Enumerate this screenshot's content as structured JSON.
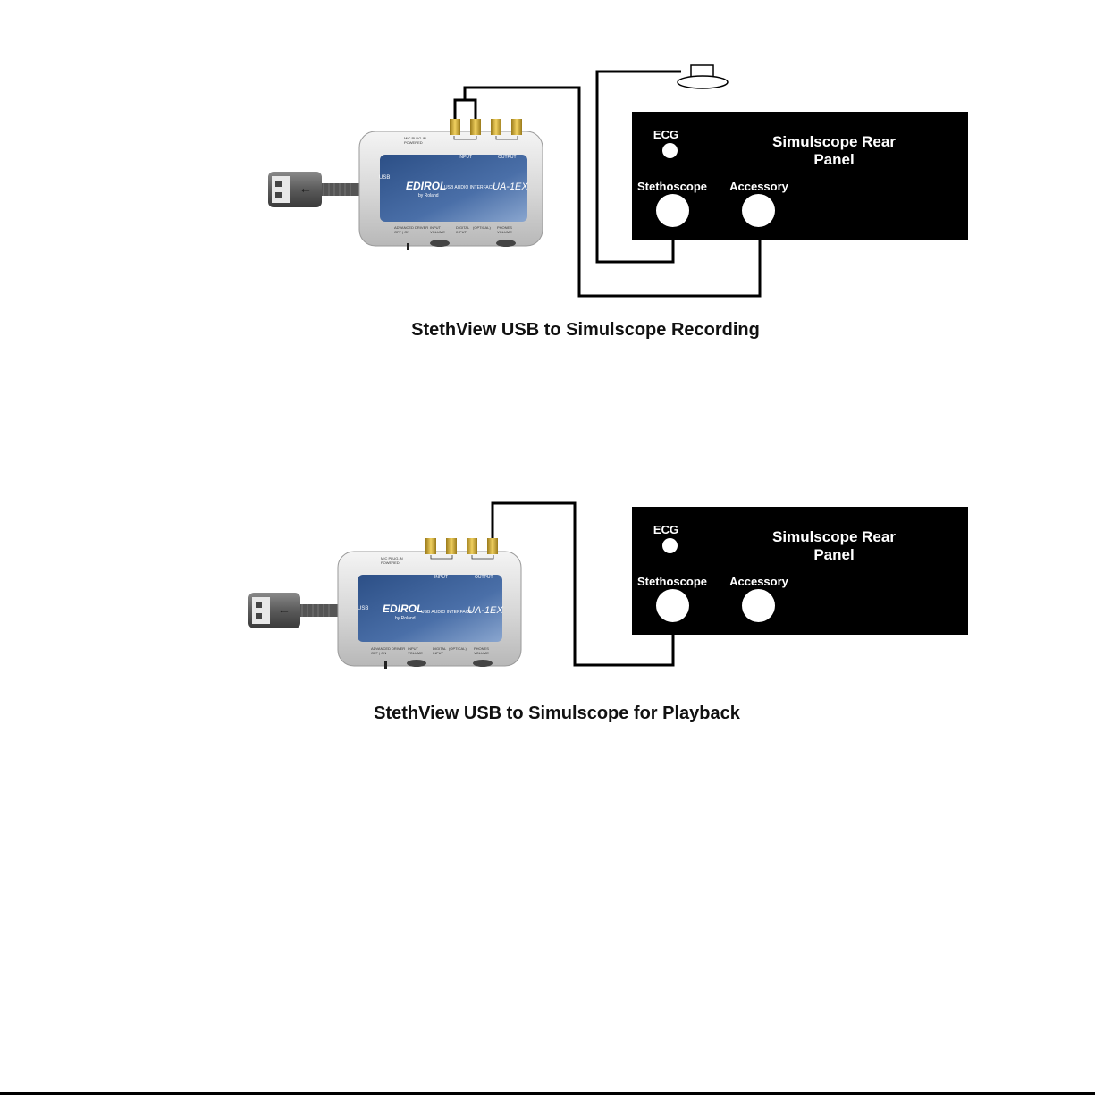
{
  "recording": {
    "caption": "StethView USB to Simulscope Recording",
    "panel": {
      "title_line1": "Simulscope Rear",
      "title_line2": "Panel",
      "ecg_label": "ECG",
      "stethoscope_label": "Stethoscope",
      "accessory_label": "Accessory"
    },
    "device": {
      "brand": "EDIROL",
      "maker": "by Roland",
      "type": "USB AUDIO INTERFACE",
      "model": "UA-1EX",
      "usb_label": "USB",
      "top_label": "MIC PLUG-IN POWERED",
      "input_label": "INPUT",
      "output_label": "OUTPUT",
      "bottom_labels": [
        "ADVANCED DRIVER OFF | ON",
        "INPUT VOLUME",
        "DIGITAL INPUT",
        "(OPTICAL)",
        "PHONES VOLUME"
      ]
    }
  },
  "playback": {
    "caption": "StethView USB to Simulscope for Playback",
    "panel": {
      "title_line1": "Simulscope Rear",
      "title_line2": "Panel",
      "ecg_label": "ECG",
      "stethoscope_label": "Stethoscope",
      "accessory_label": "Accessory"
    },
    "device": {
      "brand": "EDIROL",
      "maker": "by Roland",
      "type": "USB AUDIO INTERFACE",
      "model": "UA-1EX",
      "usb_label": "USB",
      "top_label": "MIC PLUG-IN POWERED",
      "input_label": "INPUT",
      "output_label": "OUTPUT",
      "bottom_labels": [
        "ADVANCED DRIVER OFF | ON",
        "INPUT VOLUME",
        "DIGITAL INPUT",
        "(OPTICAL)",
        "PHONES VOLUME"
      ]
    }
  }
}
